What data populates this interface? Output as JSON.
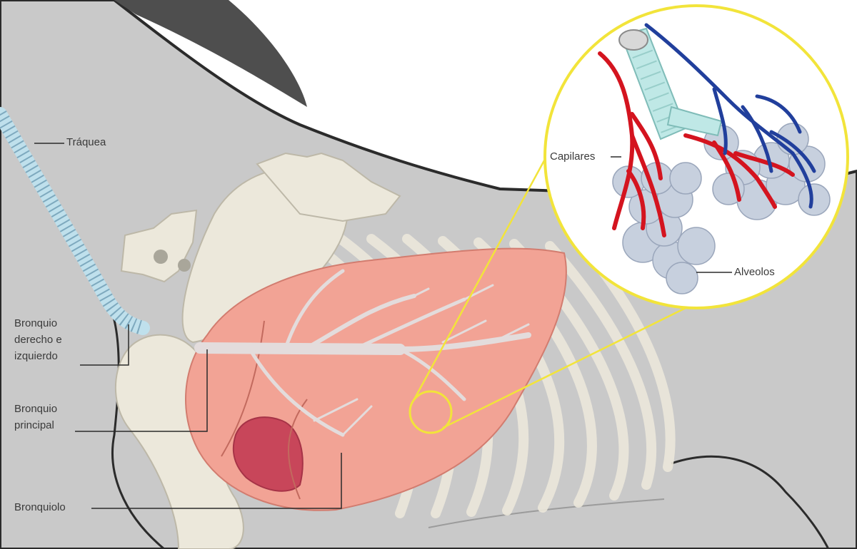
{
  "labels": {
    "traquea": "Tráquea",
    "bronquio_der_izq": "Bronquio derecho e izquierdo",
    "bronquio_principal": "Bronquio principal",
    "bronquiolo": "Bronquiolo",
    "capilares": "Capilares",
    "alveolos": "Alveolos"
  },
  "colors": {
    "background": "#ffffff",
    "body": "#c9c9c9",
    "body_dark": "#4e4e4e",
    "outline": "#2b2b2b",
    "bone": "#ece8db",
    "lung": "#f2a395",
    "bronchi": "#e3dcdc",
    "heart": "#c8465a",
    "trachea": "#bfe0ec",
    "magnifier": "#f2e43a",
    "alveoli": "#c7d0de",
    "artery": "#d4141f",
    "vein": "#213f9c",
    "bronchus_tube": "#bfe8e6"
  }
}
